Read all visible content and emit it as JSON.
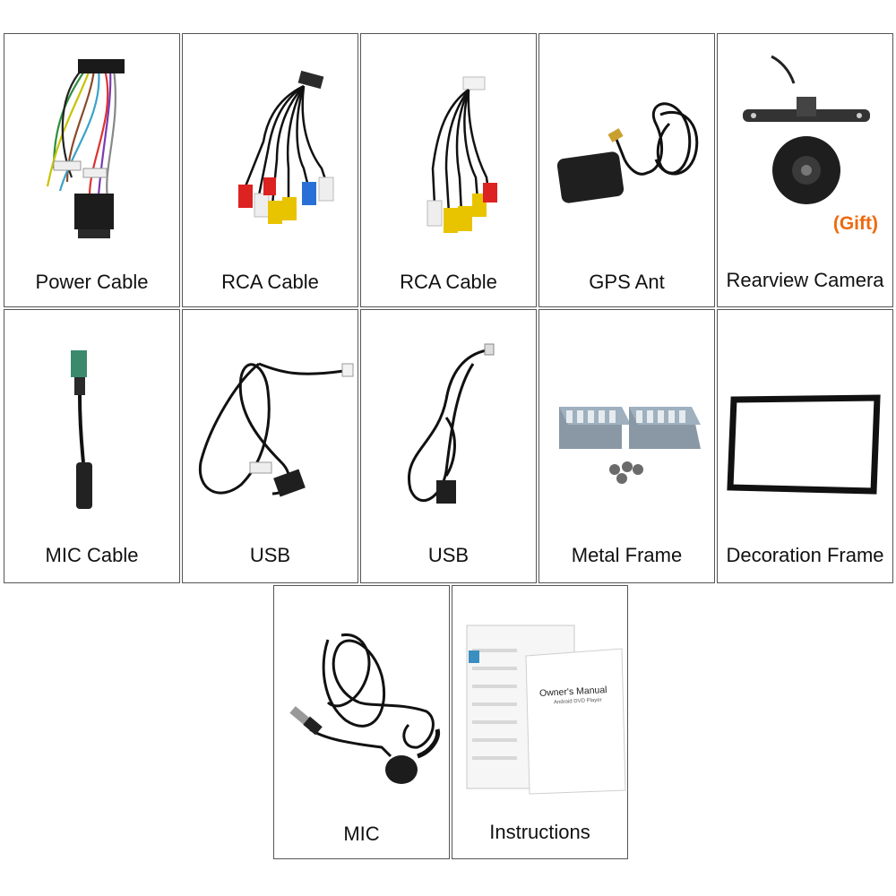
{
  "items": [
    {
      "label": "Power Cable",
      "icon": "power-harness-icon"
    },
    {
      "label": "RCA Cable",
      "icon": "rca-cable-icon"
    },
    {
      "label": "RCA Cable",
      "icon": "rca-cable-icon"
    },
    {
      "label": "GPS Ant",
      "icon": "gps-antenna-icon"
    },
    {
      "label": "Rearview Camera",
      "icon": "rearview-camera-icon",
      "badge": "(Gift)"
    },
    {
      "label": "MIC Cable",
      "icon": "mic-cable-icon"
    },
    {
      "label": "USB",
      "icon": "usb-cable-icon"
    },
    {
      "label": "USB",
      "icon": "usb-cable-icon"
    },
    {
      "label": "Metal Frame",
      "icon": "metal-frame-icon"
    },
    {
      "label": "Decoration Frame",
      "icon": "decoration-frame-icon"
    },
    {
      "label": "MIC",
      "icon": "microphone-icon"
    },
    {
      "label": "Instructions",
      "icon": "manual-icon",
      "manual_title": "Owner's Manual",
      "manual_subtitle": "Android DVD Player"
    }
  ],
  "colors": {
    "border": "#555555",
    "gift": "#ee6a10",
    "text": "#111111"
  }
}
